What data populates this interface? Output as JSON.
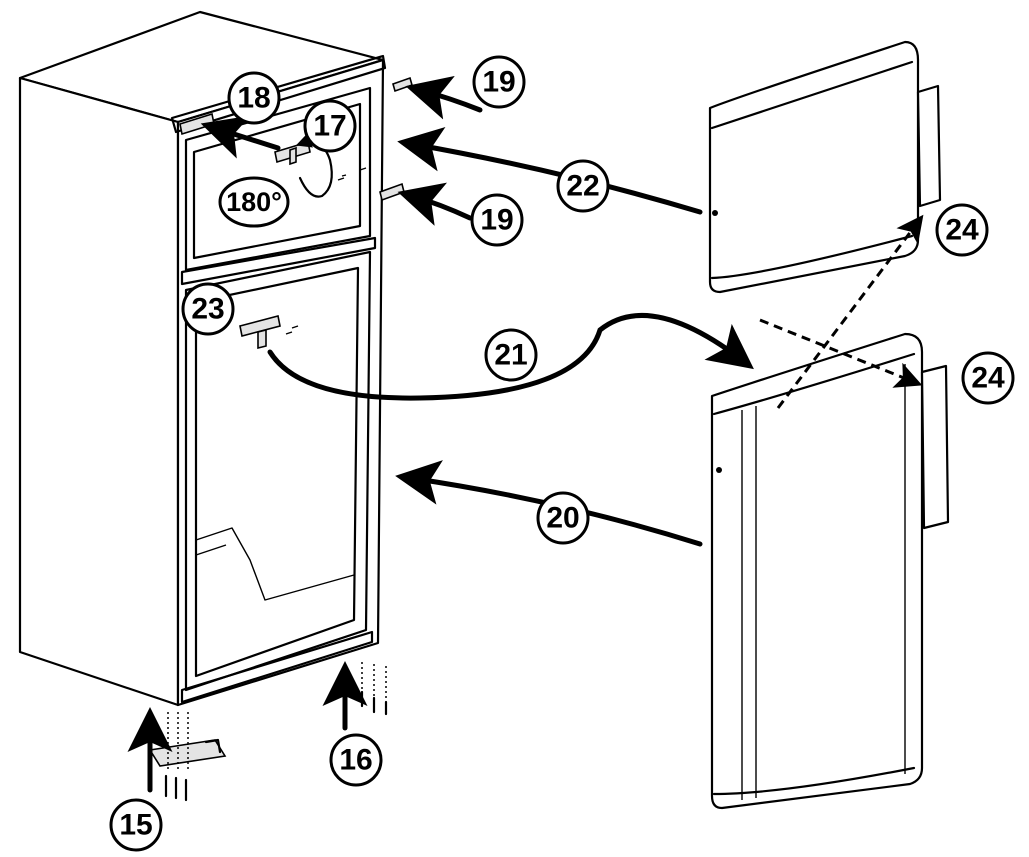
{
  "callouts": {
    "c15": "15",
    "c16": "16",
    "c17": "17",
    "c18": "18",
    "c19a": "19",
    "c19b": "19",
    "c20": "20",
    "c21": "21",
    "c22": "22",
    "c23": "23",
    "c24a": "24",
    "c24b": "24",
    "rotation": "180°"
  }
}
